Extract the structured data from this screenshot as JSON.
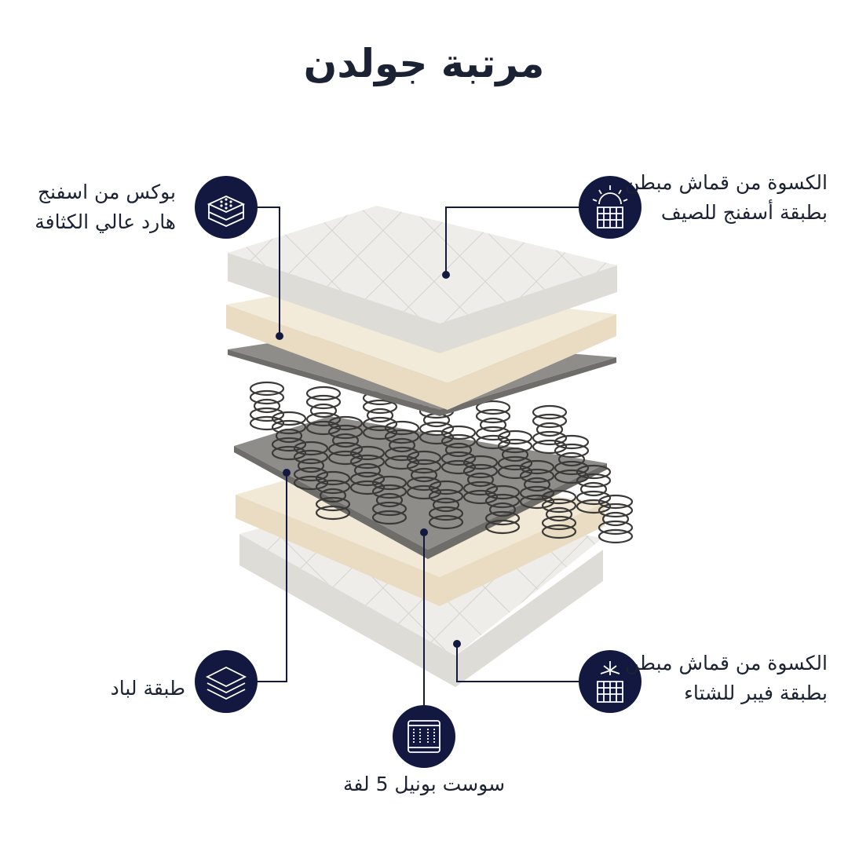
{
  "title": "مرتبة جولدن",
  "features": {
    "top_left": {
      "line1": "بوكس من اسفنج",
      "line2": "هارد عالي الكثافة",
      "icon": "foam-box-icon"
    },
    "top_right": {
      "line1": "الكسوة من قماش مبطن",
      "line2": "بطبقة أسفنج للصيف",
      "icon": "summer-fabric-sun-icon"
    },
    "bottom_left": {
      "line1": "طبقة لباد",
      "icon": "felt-layers-icon"
    },
    "bottom_right": {
      "line1": "الكسوة من قماش مبطن",
      "line2": "بطبقة فيبر للشتاء",
      "icon": "winter-fabric-snowflake-icon"
    },
    "bottom_center": {
      "line1": "سوست بونيل 5 لفة",
      "icon": "bonnell-springs-icon"
    }
  },
  "colors": {
    "navy": "#12183f",
    "cream": "#efe5d2",
    "felt": "#8e8c89",
    "quilt": "#ecebe7"
  }
}
